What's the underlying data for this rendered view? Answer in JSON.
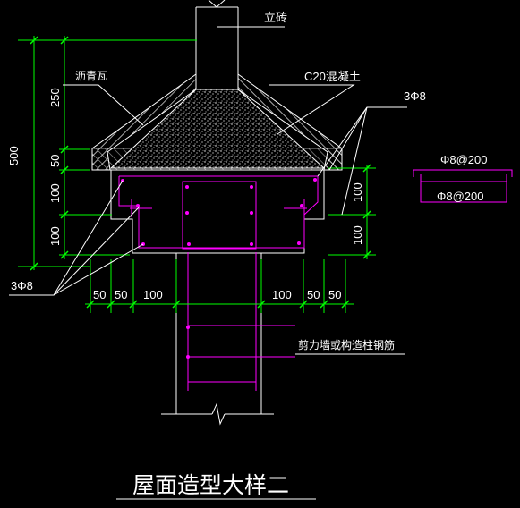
{
  "labels": {
    "brick": "立砖",
    "asphalt_tile": "沥青瓦",
    "concrete": "C20混凝土",
    "rebar_top": "3Φ8",
    "rebar_left": "3Φ8",
    "stirrup_legend_top": "Φ8@200",
    "stirrup_legend_bottom": "Φ8@200",
    "shear_wall_note": "剪力墙或构造柱钢筋",
    "title": "屋面造型大样二"
  },
  "dims": {
    "left_500": "500",
    "left_250": "250",
    "left_50": "50",
    "left_100a": "100",
    "left_100b": "100",
    "right_100a": "100",
    "right_100b": "100",
    "bottom_50a": "50",
    "bottom_50b": "50",
    "bottom_100a": "100",
    "bottom_100b": "100",
    "bottom_50c": "50",
    "bottom_50d": "50"
  },
  "colors": {
    "background": "#000000",
    "dimension": "#00ff00",
    "outline": "#ffffff",
    "rebar": "#ff00ff",
    "label": "#ffffff",
    "hatch": "#ffffff"
  }
}
